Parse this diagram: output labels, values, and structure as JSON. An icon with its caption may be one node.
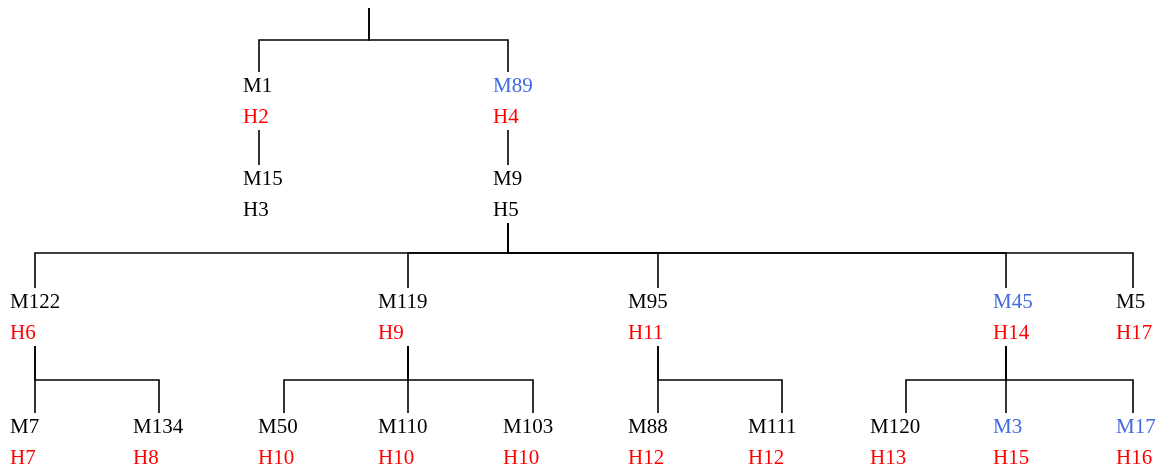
{
  "diagram": {
    "nodes": [
      {
        "text": [
          "M1",
          "H2"
        ]
      },
      {
        "text": [
          "M89",
          "H4"
        ]
      },
      {
        "text": [
          "M15",
          "H3"
        ]
      },
      {
        "text": [
          "M9",
          "H5"
        ]
      },
      {
        "text": [
          "M122",
          "H6"
        ]
      },
      {
        "text": [
          "M119",
          "H9"
        ]
      },
      {
        "text": [
          "M95",
          "H11"
        ]
      },
      {
        "text": [
          "M45",
          "H14"
        ]
      },
      {
        "text": [
          "M5",
          "H17"
        ]
      },
      {
        "text": [
          "M7",
          "H7"
        ]
      },
      {
        "text": [
          "M134",
          "H8"
        ]
      },
      {
        "text": [
          "M50",
          "H10"
        ]
      },
      {
        "text": [
          "M110",
          "H10"
        ]
      },
      {
        "text": [
          "M103",
          "H10"
        ]
      },
      {
        "text": [
          "M88",
          "H12"
        ]
      },
      {
        "text": [
          "M111",
          "H12"
        ]
      },
      {
        "text": [
          "M120",
          "H13"
        ]
      },
      {
        "text": [
          "M3",
          "H15"
        ]
      },
      {
        "text": [
          "M17",
          "H16"
        ]
      }
    ],
    "edges": [
      {
        "from": null,
        "to": 0,
        "arrow": "none"
      },
      {
        "from": null,
        "to": 1,
        "arrow": "none"
      },
      {
        "from": 0,
        "to": 2,
        "arrow": "none"
      },
      {
        "from": 1,
        "to": 3,
        "arrow": "none"
      },
      {
        "from": 3,
        "to": 4,
        "arrow": "none"
      },
      {
        "from": 3,
        "to": 5,
        "arrow": "none"
      },
      {
        "from": 3,
        "to": 6,
        "arrow": "none"
      },
      {
        "from": 3,
        "to": 7,
        "arrow": "none"
      },
      {
        "from": 3,
        "to": 8,
        "arrow": "none"
      },
      {
        "from": 4,
        "to": 9,
        "arrow": "none"
      },
      {
        "from": 4,
        "to": 10,
        "arrow": "none"
      },
      {
        "from": 5,
        "to": 11,
        "arrow": "none"
      },
      {
        "from": 5,
        "to": 12,
        "arrow": "none"
      },
      {
        "from": 5,
        "to": 13,
        "arrow": "none"
      },
      {
        "from": 6,
        "to": 14,
        "arrow": "none"
      },
      {
        "from": 6,
        "to": 15,
        "arrow": "none"
      },
      {
        "from": 7,
        "to": 16,
        "arrow": "none"
      },
      {
        "from": 7,
        "to": 17,
        "arrow": "none"
      },
      {
        "from": 7,
        "to": 18,
        "arrow": "none"
      }
    ]
  }
}
